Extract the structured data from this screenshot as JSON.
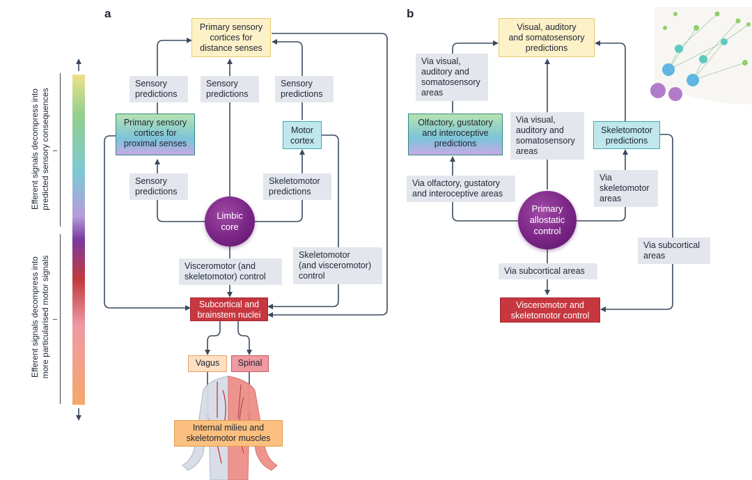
{
  "panels": {
    "a": {
      "letter": "a",
      "primary_distance": "Primary sensory\ncortices for\ndistance senses",
      "primary_proximal": "Primary sensory\ncortices for\nproximal senses",
      "motor_cortex": "Motor\ncortex",
      "limbic_core": "Limbic\ncore",
      "subcortical": "Subcortical and\nbrainstem nuclei",
      "vagus": "Vagus",
      "spinal": "Spinal",
      "internal": "Internal milieu and\nskeletomotor muscles",
      "label_sensory_pred_left": "Sensory\npredictions",
      "label_sensory_pred_center": "Sensory\npredictions",
      "label_sensory_pred_right": "Sensory\npredictions",
      "label_sensory_pred_lower": "Sensory\npredictions",
      "label_skeletomotor_pred": "Skeletomotor\npredictions",
      "label_visceromotor": "Visceromotor (and\nskeletomotor) control",
      "label_skeletomotor_ctrl": "Skeletomotor\n(and visceromotor)\ncontrol"
    },
    "b": {
      "letter": "b",
      "visual_pred": "Visual, auditory\nand somatosensory\npredictions",
      "olfactory_pred": "Olfactory, gustatory\nand interoceptive\npredictions",
      "skeletomotor_pred": "Skeletomotor\npredictions",
      "primary_allostatic": "Primary\nallostatic\ncontrol",
      "visceromotor_ctrl": "Visceromotor and\nskeletomotor control",
      "label_via_visual_top": "Via visual,\nauditory and\nsomatosensory\nareas",
      "label_via_visual_mid": "Via visual,\nauditory and\nsomatosensory\nareas",
      "label_via_olfactory": "Via olfactory, gustatory\nand interoceptive areas",
      "label_via_skeletomotor": "Via\nskeletomotor\nareas",
      "label_via_subcortical_center": "Via subcortical areas",
      "label_via_subcortical_right": "Via subcortical\nareas"
    }
  },
  "sidebar": {
    "top_text": "Efferent signals decompress into\npredicted sensory consequences",
    "bottom_text": "Efferent signals decompress into\nmore particularised motor signals"
  },
  "colors": {
    "line": "#3a4a5e",
    "core_purple": "#7a2585",
    "red_box": "#c6373f",
    "yellow_box": "#fdf1c8",
    "teal_box": "#bfe7ec",
    "orange_box": "#fbc07f",
    "label_grey": "#e3e6ec"
  }
}
